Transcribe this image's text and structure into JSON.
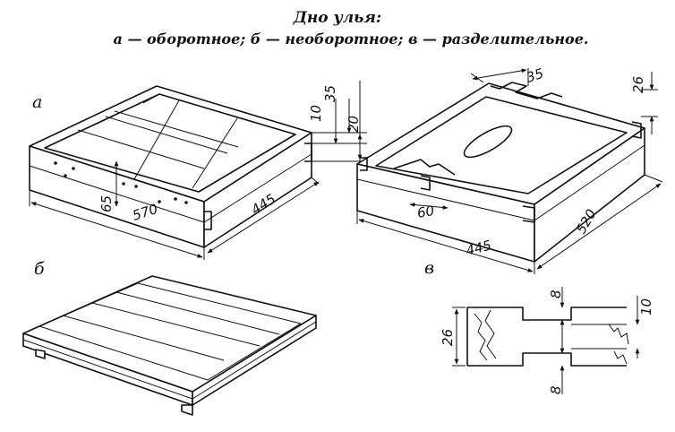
{
  "title": {
    "line1": "Дно улья:",
    "line2": "а — оборотное; б — необоротное; в — разделительное."
  },
  "panel_labels": {
    "a": "а",
    "b": "б",
    "v": "в"
  },
  "dimensions": {
    "a": {
      "d10": "10",
      "d35": "35",
      "d20": "20",
      "d65": "65",
      "d570": "570",
      "d445": "445"
    },
    "v": {
      "d35": "35",
      "d26": "26",
      "d60": "60",
      "d445": "445",
      "d520": "520"
    },
    "profile": {
      "d8_top": "8",
      "d10": "10",
      "d26": "26",
      "d8_bottom": "8"
    }
  }
}
